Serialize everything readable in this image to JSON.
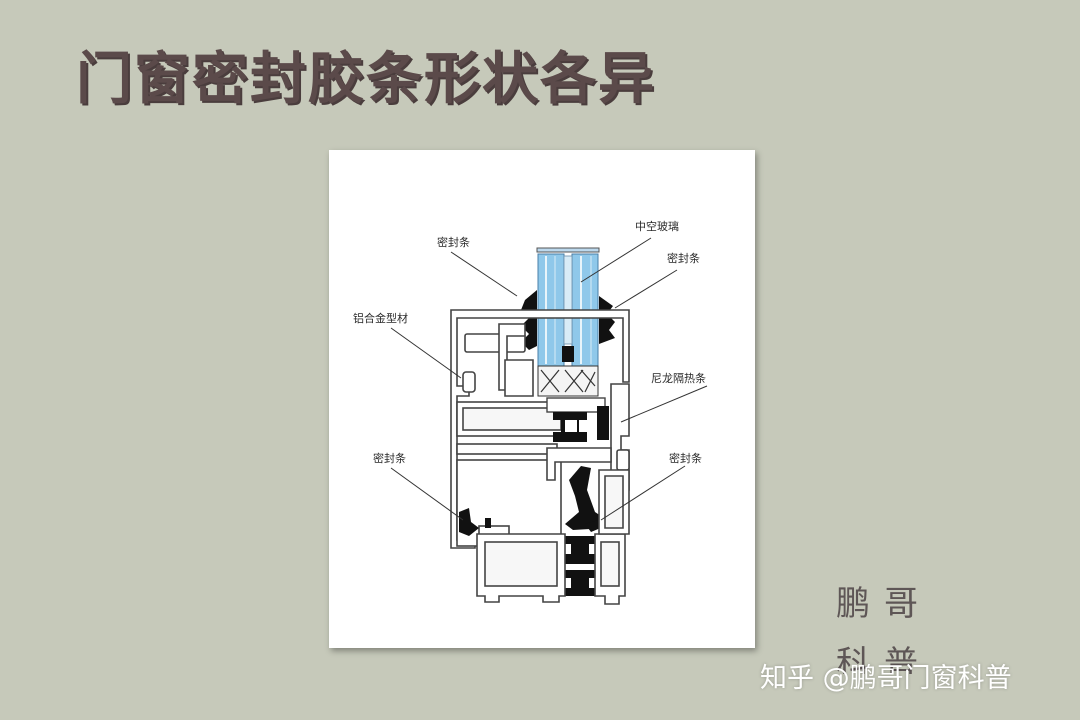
{
  "title": "门窗密封胶条形状各异",
  "diagram": {
    "labels": {
      "seal_top_left": "密封条",
      "insulating_glass": "中空玻璃",
      "seal_top_right": "密封条",
      "aluminum_profile": "铝合金型材",
      "nylon_thermal_break": "尼龙隔热条",
      "seal_bottom_left": "密封条",
      "seal_bottom_right": "密封条"
    }
  },
  "stamp": {
    "line1": "鹏哥",
    "line2": "科普"
  },
  "watermark": "知乎 @鹏哥门窗科普",
  "colors": {
    "background": "#c6c9ba",
    "title": "#5b4a4a",
    "glass": "#8fc8ea",
    "seal": "#111111",
    "profile_outline": "#444444"
  }
}
